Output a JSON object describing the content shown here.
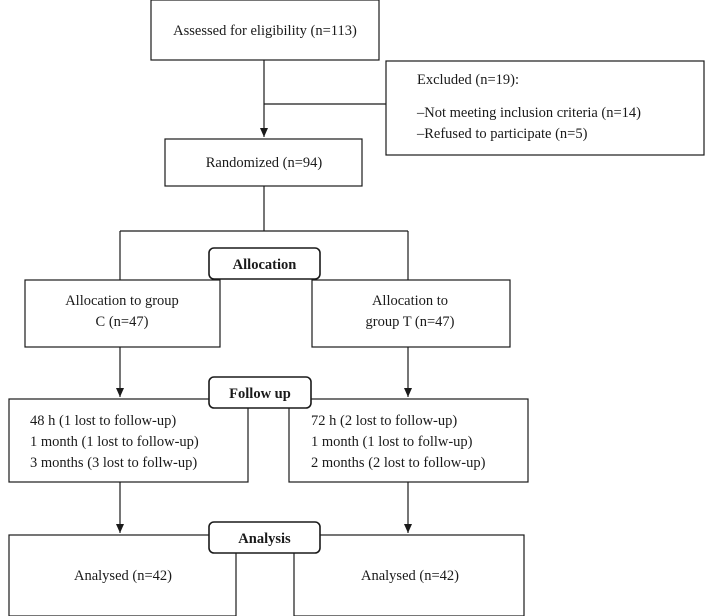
{
  "assessed": "Assessed for eligibility (n=113)",
  "excluded": {
    "title": "Excluded (n=19):",
    "items": [
      "–Not meeting inclusion criteria (n=14)",
      "–Refused to participate (n=5)"
    ]
  },
  "randomized": "Randomized (n=94)",
  "stages": {
    "allocation": "Allocation",
    "followup": "Follow up",
    "analysis": "Analysis"
  },
  "group_c": {
    "allocation": [
      "Allocation to group",
      "C (n=47)"
    ],
    "followup": [
      "48 h (1 lost to follow-up)",
      "1 month (1 lost to follow-up)",
      "3 months (3 lost to follw-up)"
    ],
    "analysed": "Analysed (n=42)"
  },
  "group_t": {
    "allocation": [
      "Allocation to",
      "group T (n=47)"
    ],
    "followup": [
      "72 h (2 lost to follow-up)",
      "1 month (1 lost to follw-up)",
      "2 months (2 lost to follow-up)"
    ],
    "analysed": "Analysed (n=42)"
  }
}
